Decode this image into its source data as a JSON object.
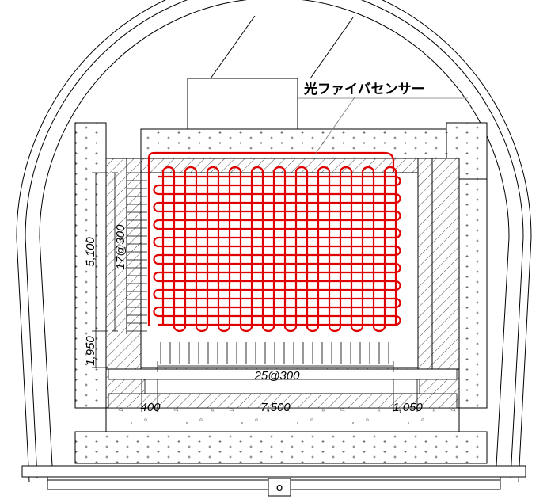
{
  "labels": {
    "sensor": "光ファイバセンサー",
    "height_upper": "5,100",
    "height_lower": "1,950",
    "vertical_spacing": "17@300",
    "horizontal_spacing": "25@300",
    "width_left": "400",
    "width_main": "7,500",
    "width_right": "1,050",
    "drain_symbol": "o"
  },
  "colors": {
    "line": "#000000",
    "sensor": "#e00000",
    "background": "#ffffff"
  }
}
